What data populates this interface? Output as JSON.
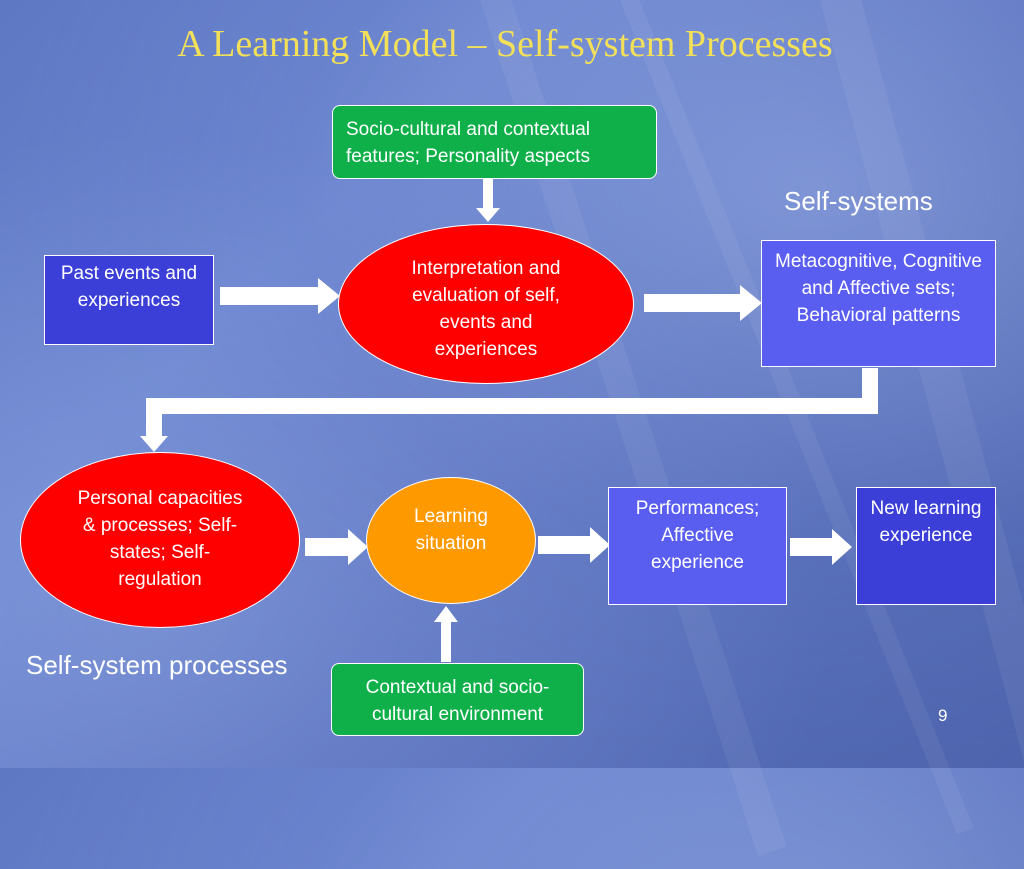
{
  "title": "A Learning Model – Self-system Processes",
  "nodes": {
    "socio_top": "Socio-cultural and contextual features; Personality aspects",
    "past_events": "Past events and experiences",
    "interpretation": "Interpretation and evaluation of self, events and experiences",
    "metacognitive": "Metacognitive, Cognitive and Affective sets; Behavioral patterns",
    "personal": "Personal capacities & processes; Self-states; Self-regulation",
    "learning": "Learning situation",
    "performances": "Performances; Affective experience",
    "new_learning": "New learning experience",
    "contextual_bottom": "Contextual and socio-cultural environment"
  },
  "labels": {
    "self_systems": "Self-systems",
    "self_system_processes": "Self-system processes"
  },
  "page_number": "9",
  "colors": {
    "title": "#f2e05a",
    "green": "#0fb04a",
    "red": "#ff0000",
    "orange": "#ff9900",
    "blue_dark": "#3b3fd8",
    "blue_light": "#5a5ef0",
    "arrow": "#ffffff"
  }
}
